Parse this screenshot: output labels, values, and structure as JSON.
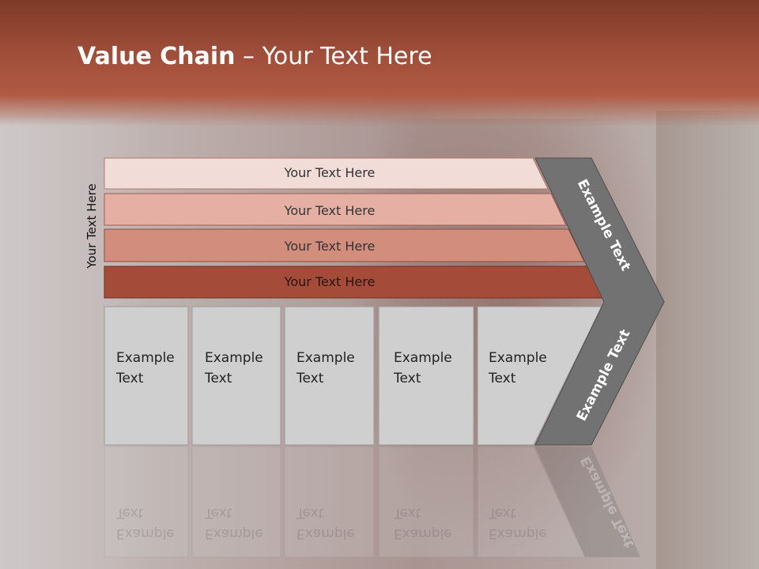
{
  "title": {
    "bold": "Value Chain",
    "rest": " – Your Text Here"
  },
  "side_label": "Your Text Here",
  "bars": [
    {
      "label": "Your Text Here",
      "color": "#f2dcd7"
    },
    {
      "label": "Your Text Here",
      "color": "#e5b0a3"
    },
    {
      "label": "Your Text Here",
      "color": "#d28d7d"
    },
    {
      "label": "Your Text Here",
      "color": "#a54b39"
    }
  ],
  "columns": [
    {
      "line1": "Example",
      "line2": "Text"
    },
    {
      "line1": "Example",
      "line2": "Text"
    },
    {
      "line1": "Example",
      "line2": "Text"
    },
    {
      "line1": "Example",
      "line2": "Text"
    },
    {
      "line1": "Example",
      "line2": "Text"
    }
  ],
  "chevron": {
    "upper": "Example Text",
    "lower": "Example Text",
    "color": "#727272"
  }
}
